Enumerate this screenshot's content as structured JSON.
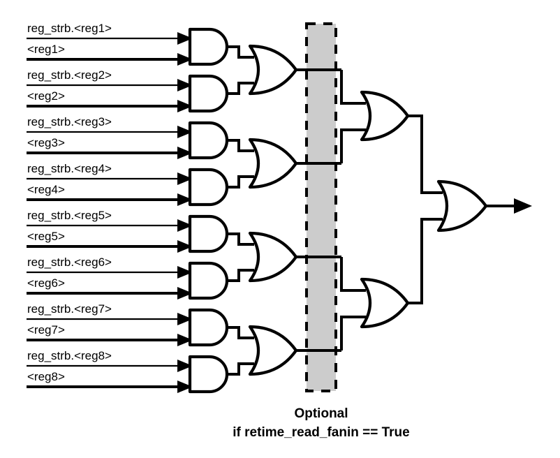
{
  "diagram": {
    "title": "register read fanin AND-OR reduction tree",
    "colors": {
      "line": "#000000",
      "background": "#ffffff",
      "retime_block_fill": "#cccccc",
      "retime_block_border": "#000000"
    },
    "caption": {
      "line1": "Optional",
      "line2": "if retime_read_fanin == True"
    },
    "rows": [
      {
        "strobe": "reg_strb.<reg1>",
        "data": "<reg1>"
      },
      {
        "strobe": "reg_strb.<reg2>",
        "data": "<reg2>"
      },
      {
        "strobe": "reg_strb.<reg3>",
        "data": "<reg3>"
      },
      {
        "strobe": "reg_strb.<reg4>",
        "data": "<reg4>"
      },
      {
        "strobe": "reg_strb.<reg5>",
        "data": "<reg5>"
      },
      {
        "strobe": "reg_strb.<reg6>",
        "data": "<reg6>"
      },
      {
        "strobe": "reg_strb.<reg7>",
        "data": "<reg7>"
      },
      {
        "strobe": "reg_strb.<reg8>",
        "data": "<reg8>"
      }
    ],
    "gates": {
      "and_count": 8,
      "or_stage1_count": 4,
      "or_stage2_count": 2,
      "or_stage3_count": 1
    },
    "retime_block": {
      "name": "optional-retiming-register-stage"
    },
    "output": {
      "name": "read-data-output"
    }
  }
}
